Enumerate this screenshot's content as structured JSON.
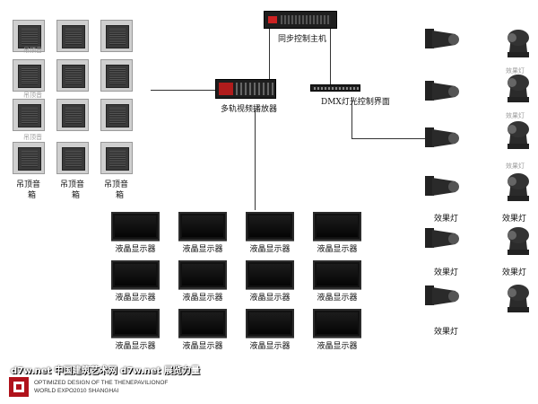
{
  "devices": {
    "sync_controller": "同步控制主机",
    "multitrack_player": "多轨视频播放器",
    "dmx_console": "DMX灯光控制界面"
  },
  "speakers": {
    "label": "吊顶音箱",
    "faded_row_label": "吊顶音",
    "bottom_label_line1": "吊顶音",
    "bottom_label_line2": "箱"
  },
  "monitors": {
    "label": "液晶显示器"
  },
  "lights": {
    "label": "效果灯",
    "faded_label": "效果灯"
  },
  "footer": {
    "watermark": "d7w.net 中国建筑艺术网 d7w.net 展览力量",
    "line1": "OPTIMIZED DESIGN OF THE THENEPAVILIONOF",
    "line2": "WORLD EXPO2010 SHANGHAI"
  }
}
